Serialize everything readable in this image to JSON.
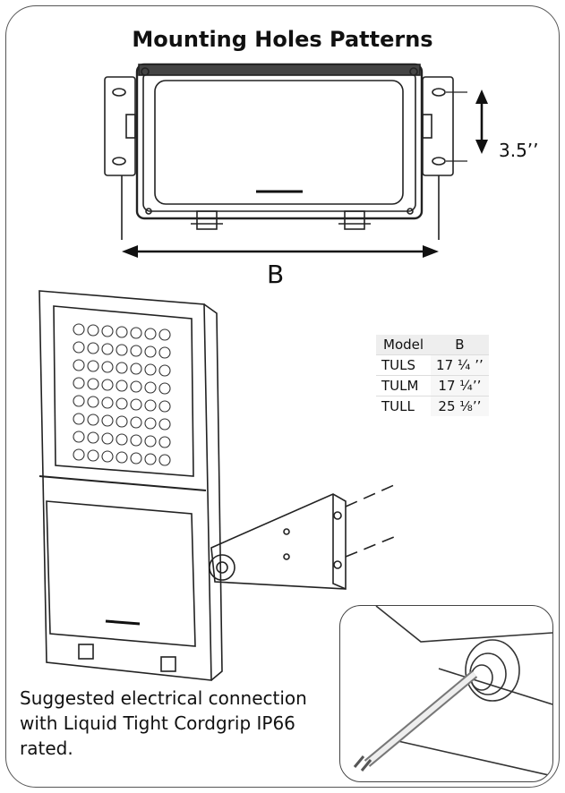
{
  "title": "Mounting Holes Patterns",
  "dimensions": {
    "width_label": "B",
    "hole_spacing_label": "3.5’’"
  },
  "table": {
    "headers": [
      "Model",
      "B"
    ],
    "rows": [
      {
        "model": "TULS",
        "b": "17 ¼ ’’"
      },
      {
        "model": "TULM",
        "b": "17 ¼’’"
      },
      {
        "model": "TULL",
        "b": "25 ⅛’’"
      }
    ]
  },
  "note": "Suggested electrical connection with Liquid Tight Cordgrip IP66 rated."
}
